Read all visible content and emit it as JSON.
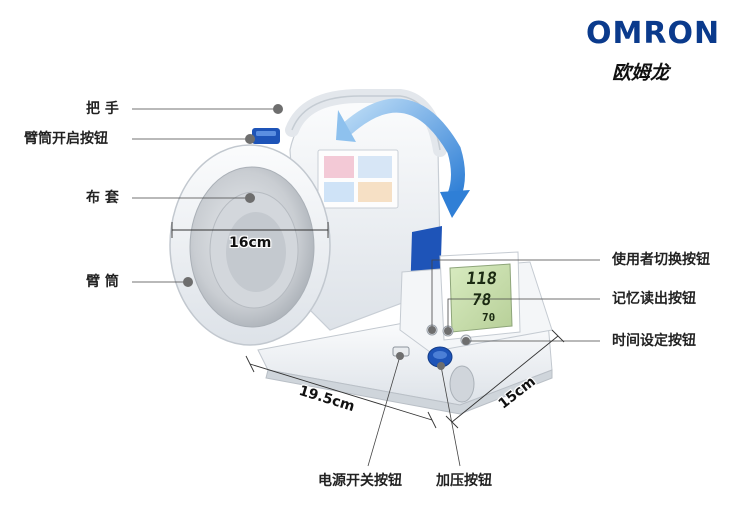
{
  "brand": {
    "logo_text": "OMRON",
    "chinese_name": "欧姆龙"
  },
  "callouts": {
    "handle": "把 手",
    "cuff_release_button": "臂筒开启按钮",
    "cloth_cover": "布 套",
    "arm_tube": "臂 筒",
    "user_switch_button": "使用者切换按钮",
    "memory_read_button": "记忆读出按钮",
    "time_set_button": "时间设定按钮",
    "power_button": "电源开关按钮",
    "start_button": "加压按钮"
  },
  "dimensions": {
    "cuff_diameter": "16cm",
    "depth": "19.5cm",
    "width": "15cm"
  },
  "display": {
    "systolic": "118",
    "diastolic": "78",
    "pulse": "70"
  },
  "colors": {
    "brand_blue": "#0a3a8c",
    "accent_blue": "#1e54b8",
    "arrow_blue": "#3a86d8",
    "lcd_green": "#cfe3b5",
    "leader_line": "#444444",
    "dot_grey": "#6e6e6e"
  }
}
